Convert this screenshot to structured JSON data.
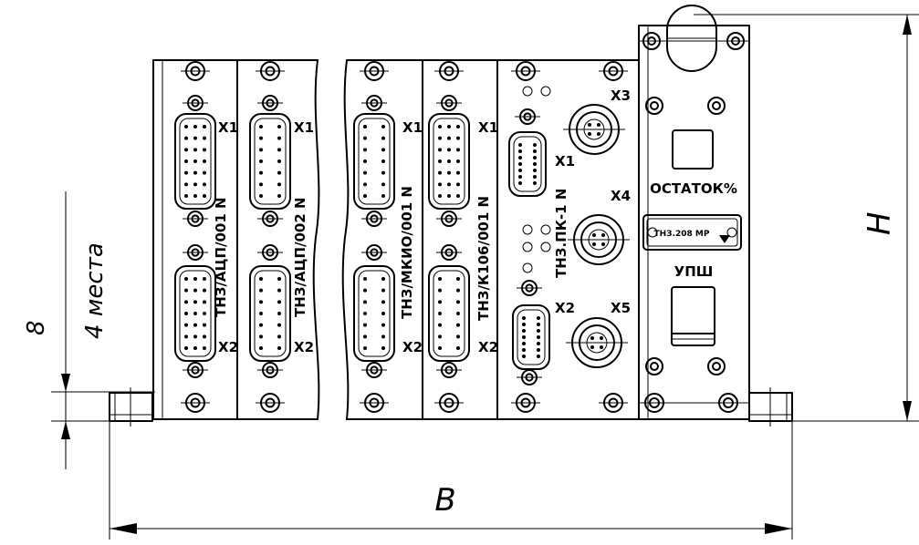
{
  "modules": [
    {
      "label": "ТНЗ/АЦП/001 N",
      "connectors": [
        "X1",
        "X2"
      ]
    },
    {
      "label": "ТНЗ/АЦП/002 N",
      "connectors": [
        "X1",
        "X2"
      ]
    },
    {
      "label": "ТНЗ/МКИО/001 N",
      "connectors": [
        "X1",
        "X2"
      ]
    },
    {
      "label": "ТНЗ/К106/001 N",
      "connectors": [
        "X1",
        "X2"
      ]
    }
  ],
  "pk_module": {
    "label": "ТНЗ.ПК-1 N",
    "connectors": [
      "X1",
      "X2",
      "X3",
      "X4",
      "X5"
    ]
  },
  "power_module": {
    "indicator_label": "ОСТАТОК%",
    "plate_label": "ТНЗ.208 МР",
    "switch_label": "УПШ"
  },
  "dimensions": {
    "width": "B",
    "height": "H",
    "foot": "8",
    "note": "4 места"
  }
}
